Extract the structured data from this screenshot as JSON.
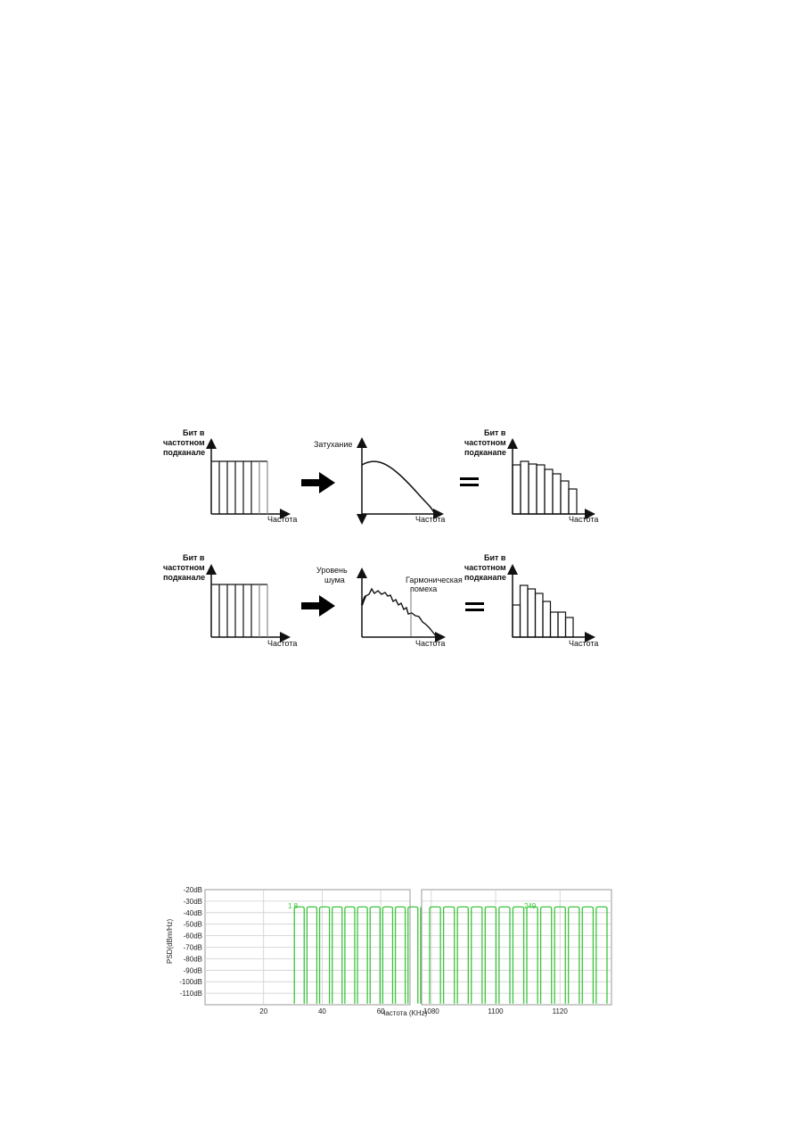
{
  "diagram": {
    "row1": {
      "left": {
        "ylabel": [
          "Бит в",
          "частотном",
          "подканале"
        ],
        "xlabel": "Частота"
      },
      "middle": {
        "ylabel": [
          "Затухание"
        ],
        "xlabel": "Частота"
      },
      "right": {
        "ylabel": [
          "Бит в",
          "частотном",
          "подканапе"
        ],
        "xlabel": "Частота"
      }
    },
    "row2": {
      "left": {
        "ylabel": [
          "Бит в",
          "частотном",
          "подканале"
        ],
        "xlabel": "Частота"
      },
      "middle": {
        "ylabel": [
          "Уровень",
          "шума"
        ],
        "xlabel": "Частота",
        "annotation": [
          "Гармоническая",
          "помеха"
        ]
      },
      "right": {
        "ylabel": [
          "Бит в",
          "частотном",
          "подканапе"
        ],
        "xlabel": "Частота"
      }
    }
  },
  "chart_data": {
    "type": "bar",
    "ylabel": "PSD(dBm/Hz)",
    "xlabel": "Частота (KHz)",
    "y_ticks": [
      "-20dB",
      "-30dB",
      "-40dB",
      "-50dB",
      "-60dB",
      "-70dB",
      "-80dB",
      "-90dB",
      "-100dB",
      "-110dB"
    ],
    "ylim": [
      -120,
      -20
    ],
    "grid": true,
    "line_color": "#3cc43c",
    "panels": [
      {
        "x_ticks": [
          "20",
          "40",
          "60"
        ],
        "xlim": [
          0,
          70
        ],
        "first_tone_label": "1 8"
      },
      {
        "x_ticks": [
          "1080",
          "1100",
          "1120"
        ],
        "xlim": [
          1077,
          1136
        ],
        "last_tone_label": "249"
      }
    ],
    "tone_level_db": -35,
    "tones_per_panel": 13
  }
}
